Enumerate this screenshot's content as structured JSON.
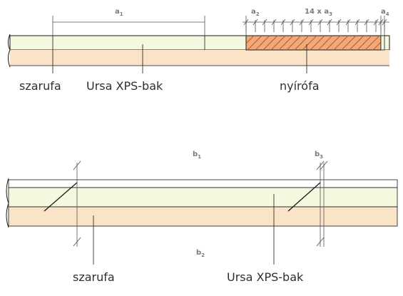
{
  "colors": {
    "insulation_fill": "#f4f8df",
    "rafter_fill": "#fbe3c8",
    "birch_fill": "#f0a978",
    "birch_hatch": "#b75a2c",
    "dimension_line": "#555555",
    "outline": "#1a1a1a"
  },
  "top_view": {
    "dims": {
      "a1": {
        "letter": "a",
        "sub": "1"
      },
      "a2": {
        "letter": "a",
        "sub": "2"
      },
      "a3": {
        "prefix": "14 x a",
        "sub": "3"
      },
      "a4": {
        "letter": "a",
        "sub": "4"
      }
    },
    "labels": {
      "rafter": "szarufa",
      "insulation": "Ursa XPS-bak",
      "birch": "nyírófa"
    },
    "tick_count": 14
  },
  "bottom_view": {
    "dims": {
      "b1": {
        "letter": "b",
        "sub": "1"
      },
      "b2": {
        "letter": "b",
        "sub": "2"
      },
      "b3": {
        "letter": "b",
        "sub": "3"
      }
    },
    "labels": {
      "rafter": "szarufa",
      "insulation": "Ursa XPS-bak"
    }
  }
}
